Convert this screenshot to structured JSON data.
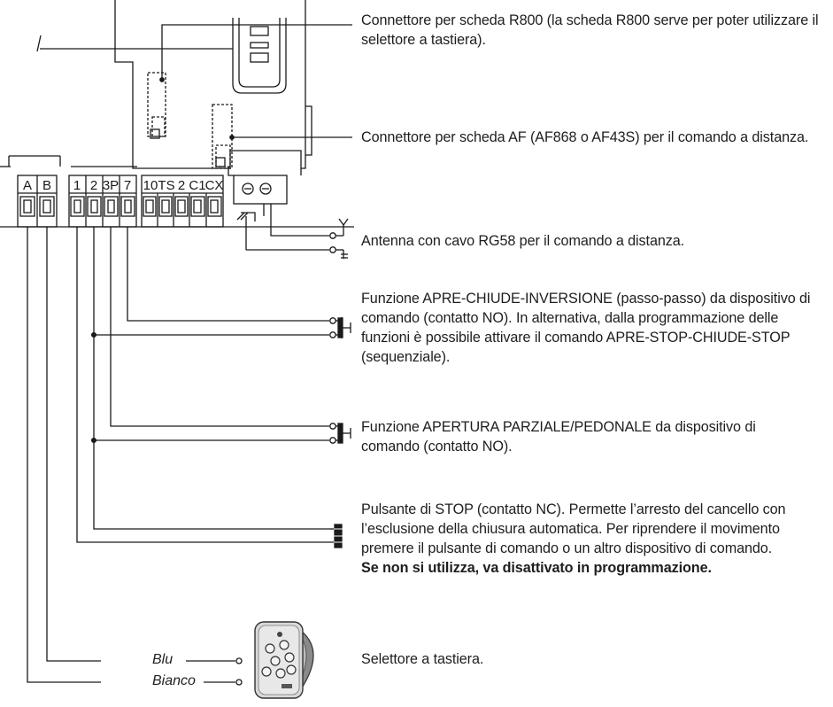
{
  "descriptions": {
    "r800": "Connettore per scheda R800 (la scheda R800 serve per poter utilizzare il selettore a tastiera).",
    "af": "Connettore per scheda AF (AF868 o AF43S) per il comando a distanza.",
    "antenna": "Antenna con cavo RG58 per il comando a distanza.",
    "passo": "Funzione APRE-CHIUDE-INVERSIONE (passo-passo) da dispositivo di comando (contatto NO). In alternativa, dalla programmazione delle funzioni è possibile attivare il comando APRE-STOP-CHIUDE-STOP (sequenziale).",
    "parziale": "Funzione APERTURA PARZIALE/PEDONALE da dispositivo di comando (contatto NO).",
    "stop": "Pulsante di STOP (contatto NC). Permette l’arresto del cancello con l’esclusione della chiusura automatica. Per riprendere il movimento premere il pulsante di comando o un altro dispositivo di comando.",
    "stop_note": "Se non si utilizza, va disattivato in programmazione.",
    "keypad": "Selettore a tastiera."
  },
  "wire_labels": {
    "blu": "Blu",
    "bianco": "Bianco"
  },
  "terminals": {
    "group_ab": [
      "A",
      "B"
    ],
    "group_cmd": [
      "1",
      "2",
      "3P",
      "7"
    ],
    "group_safety": [
      "10",
      "TS",
      "2",
      "C1",
      "CX"
    ]
  }
}
